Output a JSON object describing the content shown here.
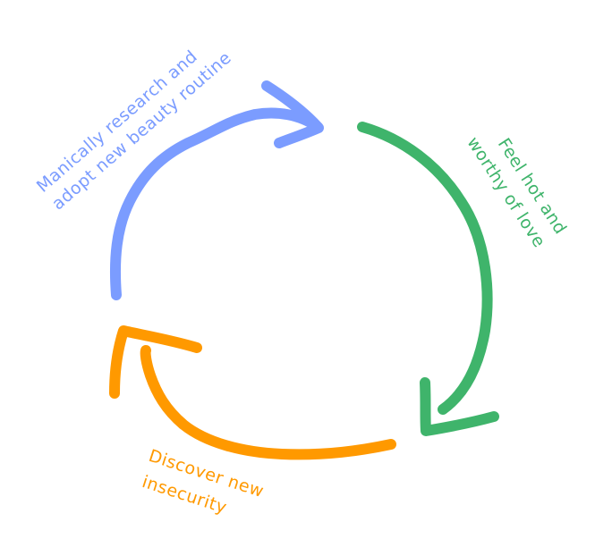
{
  "colors": {
    "blue": "#7B9CFF",
    "green": "#3FB46B",
    "orange": "#FF9900"
  },
  "stages": {
    "research": {
      "line1": "Manically research and",
      "line2": "adopt new beauty routine"
    },
    "feel": {
      "line1": "Feel hot and",
      "line2": "worthy of love"
    },
    "discover": {
      "line1": "Discover new",
      "line2": "insecurity"
    }
  }
}
